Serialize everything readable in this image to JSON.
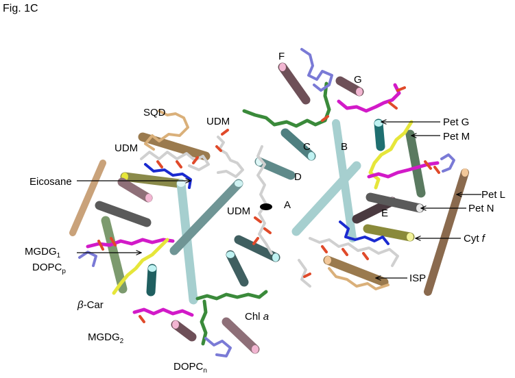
{
  "figure_title": "Fig. 1C",
  "helix_labels": {
    "F": "F",
    "G": "G",
    "C": "C",
    "B": "B",
    "D": "D",
    "A": "A",
    "E": "E"
  },
  "lipid_labels": {
    "sqd": "SQD",
    "udm_top": "UDM",
    "udm_left": "UDM",
    "udm_center": "UDM",
    "eicosane": "Eicosane",
    "mgdg1_main": "MGDG",
    "mgdg1_sub": "1",
    "dopcp_main": "DOPC",
    "dopcp_sub": "p",
    "bcar_prefix": "β",
    "bcar_suffix": "-Car",
    "chl": "Chl ",
    "chl_italic": "a",
    "mgdg2_main": "MGDG",
    "mgdg2_sub": "2",
    "dopcn_main": "DOPC",
    "dopcn_sub": "n"
  },
  "subunit_labels": {
    "pet_g": "Pet G",
    "pet_m": "Pet M",
    "pet_l": "Pet L",
    "pet_n": "Pet N",
    "cyt_f": "Cyt ",
    "cyt_f_italic": "f",
    "isp": "ISP"
  },
  "colors": {
    "cyan_helix": "#a6cfcf",
    "dark_teal": "#5f8a8a",
    "tan": "#c9a27a",
    "brown": "#8a6a4e",
    "mauve": "#8e6f78",
    "olive_green": "#7c9a6e",
    "gray": "#6e6e6e",
    "olive_yellow": "#8a8a3a",
    "teal": "#1f6f70",
    "magenta": "#d21ac8",
    "yellow": "#e6e63a",
    "green": "#3a8a3a",
    "blue": "#1a2ad0",
    "purple": "#7a7ad6",
    "light_gray": "#d0d0d0",
    "pink_tip": "#f2b6d2",
    "cyan_tip": "#bff2f2",
    "tan_stick": "#dab07a",
    "orange_red": "#e04a2a"
  }
}
